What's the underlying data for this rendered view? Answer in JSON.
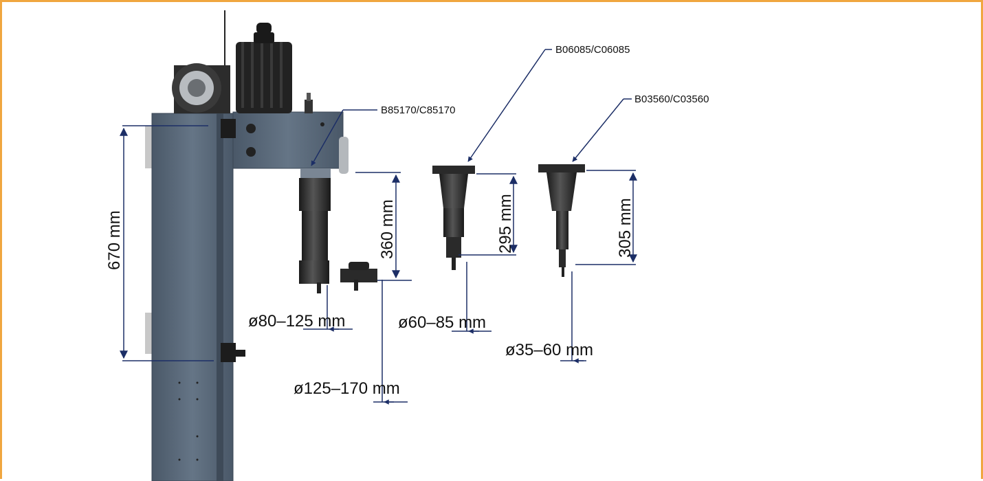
{
  "colors": {
    "frame": "#f0a640",
    "dimension_line": "#1c2e66",
    "machine_body": "#586878",
    "tool_body": "#2a2a2a"
  },
  "parts": [
    {
      "id": "B85170/C85170"
    },
    {
      "id": "B06085/C06085"
    },
    {
      "id": "B03560/C03560"
    }
  ],
  "dimensions": {
    "column_height": "670 mm",
    "tool1_length": "360 mm",
    "tool2_length": "295 mm",
    "tool3_length": "305 mm",
    "tool1_range": "ø80–125 mm",
    "tool1_large_range": "ø125–170 mm",
    "tool2_range": "ø60–85 mm",
    "tool3_range": "ø35–60 mm"
  }
}
